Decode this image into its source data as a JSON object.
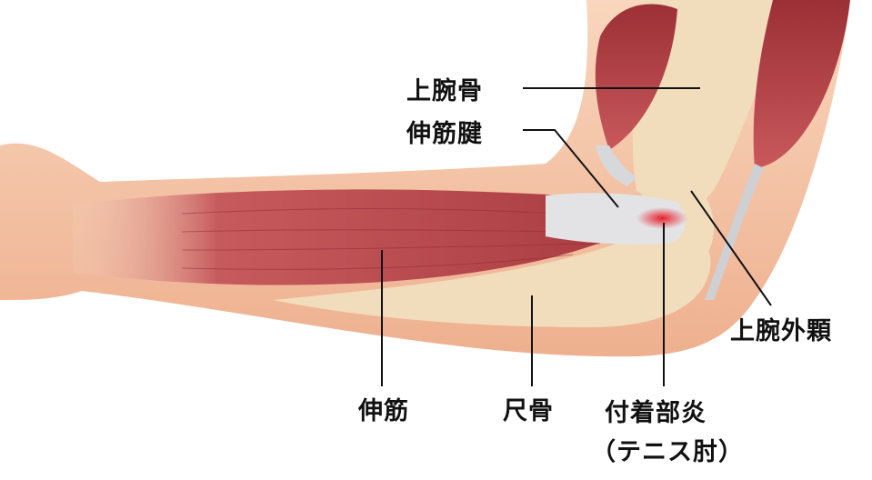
{
  "labels": {
    "humerus": "上腕骨",
    "extensor_tendon": "伸筋腱",
    "lateral_epicondyle": "上腕外顆",
    "extensor_muscle": "伸筋",
    "ulna": "尺骨",
    "enthesitis": "付着部炎",
    "tennis_elbow": "（テニス肘）"
  },
  "colors": {
    "skin": "#f5c7a8",
    "skin_shadow": "#e9a889",
    "bone": "#f1dcbc",
    "muscle": "#b8454a",
    "tendon": "#e3e3e6",
    "inflammation": "#e8202a",
    "leader_line": "#111111"
  }
}
